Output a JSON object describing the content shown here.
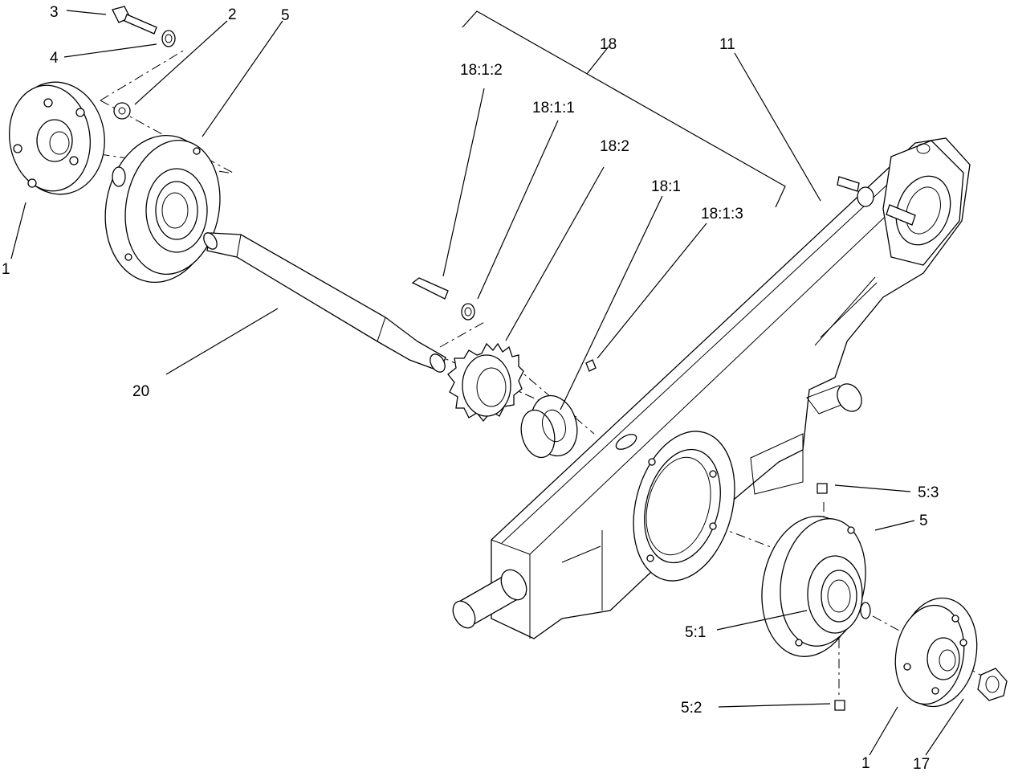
{
  "callouts": {
    "c_3": "3",
    "c_2": "2",
    "c_5_top": "5",
    "c_4": "4",
    "c_1_left": "1",
    "c_20": "20",
    "c_18": "18",
    "c_18_1_2": "18:1:2",
    "c_18_1_1": "18:1:1",
    "c_18_2": "18:2",
    "c_18_1": "18:1",
    "c_18_1_3": "18:1:3",
    "c_11": "11",
    "c_5_3": "5:3",
    "c_5_right": "5",
    "c_5_1": "5:1",
    "c_5_2": "5:2",
    "c_1_bottom": "1",
    "c_17": "17"
  }
}
